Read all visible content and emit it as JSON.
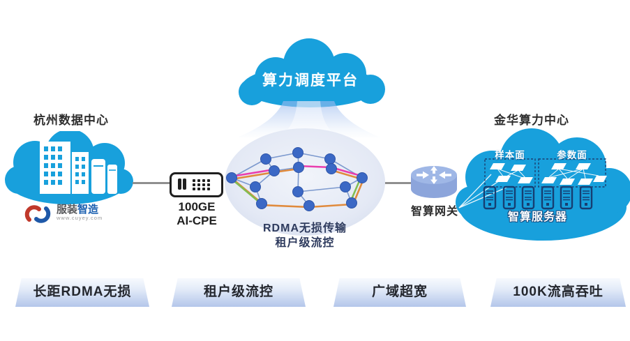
{
  "left_site": {
    "title": "杭州数据中心",
    "logo": {
      "name_gray": "服装",
      "name_blue": "智造",
      "url": "www.cuyey.com"
    }
  },
  "scheduler_cloud": {
    "label": "算力调度平台"
  },
  "cpe": {
    "line1": "100GE",
    "line2": "AI-CPE"
  },
  "wan_mesh": {
    "line1": "RDMA无损传输",
    "line2": "租户级流控"
  },
  "gateway": {
    "label": "智算网关"
  },
  "right_site": {
    "title": "金华算力中心",
    "sample_plane": "样本面",
    "param_plane": "参数面",
    "servers_label": "智算服务器"
  },
  "banners": [
    {
      "label": "长距RDMA无损"
    },
    {
      "label": "租户级流控"
    },
    {
      "label": "广域超宽"
    },
    {
      "label": "100K流高吞吐"
    }
  ],
  "colors": {
    "cloud_blue": "#18A0DC",
    "node_blue": "#3B68C5",
    "edge_blue": "#7C99CE",
    "edge_magenta": "#E93DAE",
    "edge_orange": "#E08A3C",
    "edge_green": "#82BD52",
    "banner_text": "#23262D"
  }
}
